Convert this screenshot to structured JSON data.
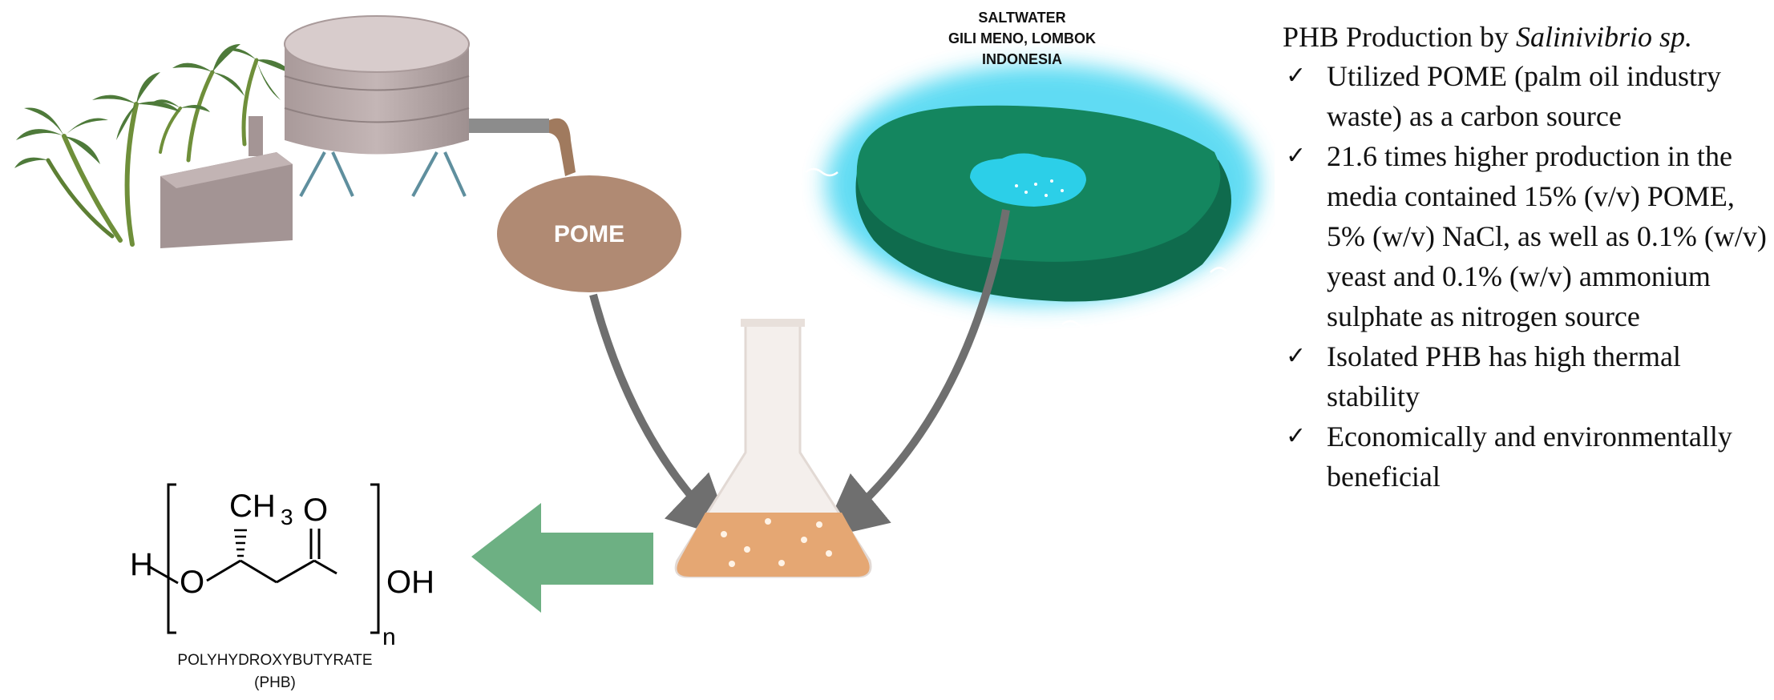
{
  "diagram": {
    "source_label": "SALTWATER",
    "location_line1": "GILI MENO, LOMBOK",
    "location_line2": "INDONESIA",
    "pome_label": "POME",
    "polymer_name": "POLYHYDROXYBUTYRATE",
    "polymer_abbrev": "(PHB)",
    "structure": {
      "h_end": "H",
      "oxygen": "O",
      "methyl": "CH",
      "methyl_sub": "3",
      "carbonyl_o": "O",
      "hydroxyl": "OH",
      "repeat": "n"
    }
  },
  "summary": {
    "heading_prefix": "PHB Production by ",
    "heading_organism": "Salinivibrio sp.",
    "check_symbol": "✓",
    "items": [
      "Utilized POME (palm oil industry waste) as a carbon source",
      "21.6 times higher production in the media contained 15% (v/v) POME, 5% (w/v) NaCl, as well as 0.1% (w/v) yeast and 0.1% (w/v) ammonium sulphate as nitrogen source",
      "Isolated PHB has high thermal stability",
      "Economically and environmentally beneficial"
    ]
  },
  "colors": {
    "pome_brown": "#b08a73",
    "tank_gray": "#b5a6a6",
    "palm_green": "#4e7a3a",
    "lake_green": "#14865f",
    "lake_glow": "#4fd8f2",
    "flask_liquid": "#e5a773",
    "arrow_green": "#6db083",
    "arrow_gray": "#6f6f6f"
  }
}
